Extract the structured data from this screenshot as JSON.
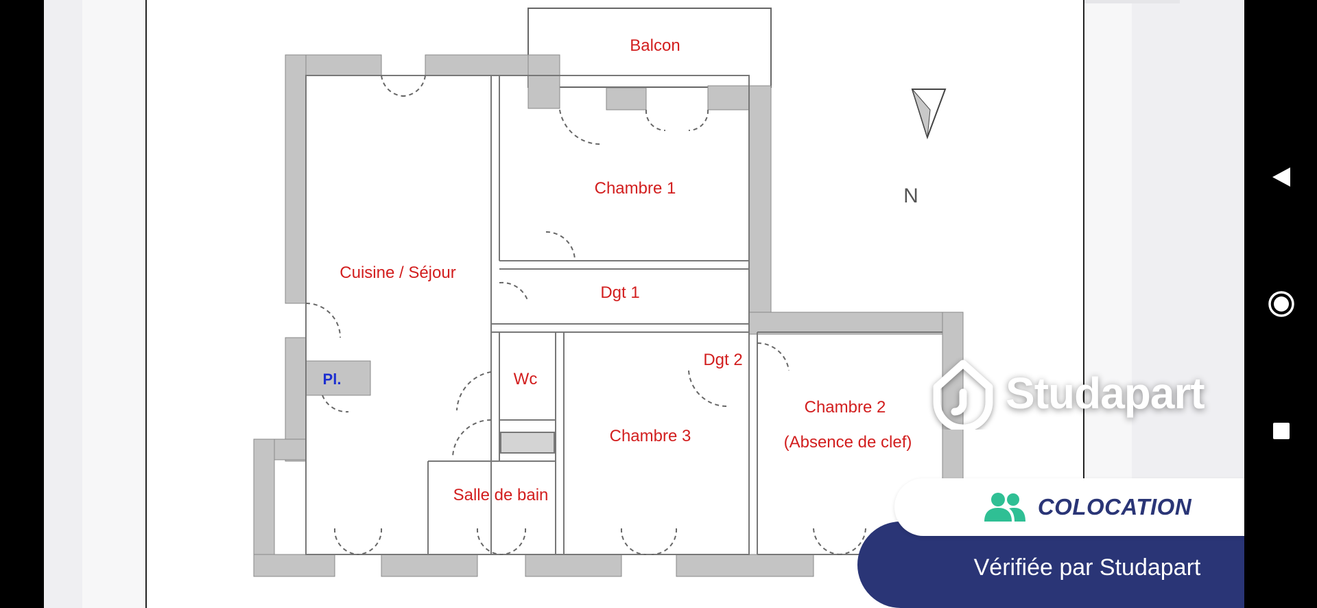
{
  "floor_plan": {
    "rooms": {
      "balcon": "Balcon",
      "chambre1": "Chambre 1",
      "cuisine_sejour": "Cuisine / Séjour",
      "dgt1": "Dgt 1",
      "dgt2": "Dgt 2",
      "wc": "Wc",
      "pl": "Pl.",
      "chambre3": "Chambre 3",
      "chambre2": "Chambre 2",
      "chambre2_note": "(Absence de clef)",
      "salle_de_bain": "Salle de bain"
    },
    "north_label": "N"
  },
  "watermark": {
    "brand": "Studapart"
  },
  "badge": {
    "label": "COLOCATION",
    "icon": "people-icon"
  },
  "verified": {
    "text": "Vérifiée par Studapart"
  },
  "nav": {
    "back": "back-icon",
    "home": "home-icon",
    "recents": "recents-icon"
  },
  "colors": {
    "room_label": "#d21e1e",
    "pl_label": "#1d2fd0",
    "wall": "#c4c4c4",
    "brand_navy": "#2a3576",
    "badge_icon": "#2fbf94"
  }
}
